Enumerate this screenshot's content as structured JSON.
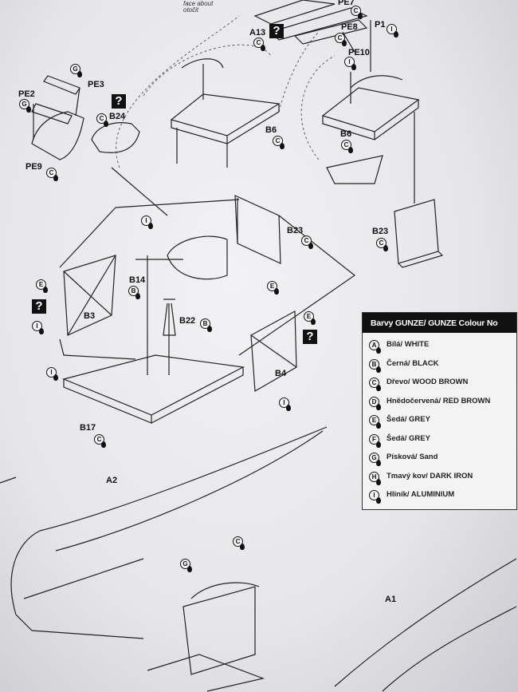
{
  "notes": {
    "face_about": "face about",
    "otocit": "otočit"
  },
  "parts": [
    {
      "id": "pe7",
      "label": "PE7",
      "color": "C"
    },
    {
      "id": "p1",
      "label": "P1",
      "color": "I"
    },
    {
      "id": "a13",
      "label": "A13",
      "color": "C"
    },
    {
      "id": "pe8",
      "label": "PE8",
      "color": "C"
    },
    {
      "id": "pe10",
      "label": "PE10",
      "color": "I"
    },
    {
      "id": "pe2",
      "label": "PE2",
      "color": "G"
    },
    {
      "id": "pe3",
      "label": "PE3",
      "color": "G"
    },
    {
      "id": "b24",
      "label": "B24",
      "color": "C"
    },
    {
      "id": "pe9",
      "label": "PE9",
      "color": "C"
    },
    {
      "id": "b6a",
      "label": "B6",
      "color": "C"
    },
    {
      "id": "b6b",
      "label": "B6",
      "color": "C"
    },
    {
      "id": "b23a",
      "label": "B23",
      "color": "C"
    },
    {
      "id": "b23b",
      "label": "B23",
      "color": "C"
    },
    {
      "id": "b14",
      "label": "B14",
      "color": "B"
    },
    {
      "id": "b22",
      "label": "B22",
      "color": "B"
    },
    {
      "id": "b3",
      "label": "B3",
      "color": "E"
    },
    {
      "id": "b4",
      "label": "B4",
      "color": "I"
    },
    {
      "id": "b17",
      "label": "B17",
      "color": "C"
    },
    {
      "id": "a2",
      "label": "A2",
      "color": "C"
    },
    {
      "id": "a1",
      "label": "A1",
      "color": ""
    }
  ],
  "extra_marks": {
    "i1": "I",
    "i2": "I",
    "i3": "I",
    "e1": "E",
    "e2": "E",
    "e3": "E",
    "c_a2": "C",
    "g_a2": "G",
    "q": "?"
  },
  "legend": {
    "title": "Barvy GUNZE/ GUNZE Colour No",
    "items": [
      {
        "code": "A",
        "label": "Bílá/ WHITE"
      },
      {
        "code": "B",
        "label": "Černá/ BLACK"
      },
      {
        "code": "C",
        "label": "Dřevo/ WOOD BROWN"
      },
      {
        "code": "D",
        "label": "Hnědočervená/ RED BROWN"
      },
      {
        "code": "E",
        "label": "Šedá/ GREY"
      },
      {
        "code": "F",
        "label": "Šedá/ GREY"
      },
      {
        "code": "G",
        "label": "Písková/ Sand"
      },
      {
        "code": "H",
        "label": "Tmavý kov/ DARK IRON"
      },
      {
        "code": "I",
        "label": "Hliník/ ALUMINIUM"
      }
    ]
  }
}
